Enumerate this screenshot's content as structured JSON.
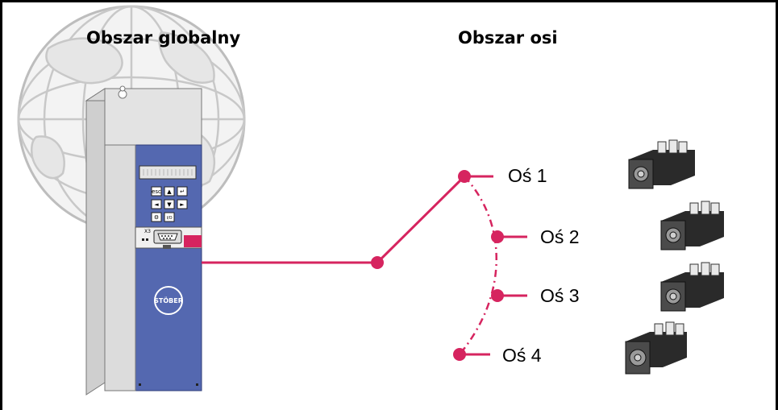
{
  "headings": {
    "global": "Obszar globalny",
    "axis": "Obszar osi"
  },
  "axes": [
    {
      "label": "Oś 1"
    },
    {
      "label": "Oś 2"
    },
    {
      "label": "Oś 3"
    },
    {
      "label": "Oś 4"
    }
  ],
  "device": {
    "brand": "STÖBER",
    "keypad": [
      "esc",
      "▲",
      "↵",
      "◄",
      "▼",
      "►",
      "⚙",
      "I/O"
    ],
    "port": "X3"
  },
  "colors": {
    "accent": "#d6245f",
    "device_blue": "#5468b0",
    "device_body": "#e3e3e3",
    "globe": "#d4d4d4"
  }
}
